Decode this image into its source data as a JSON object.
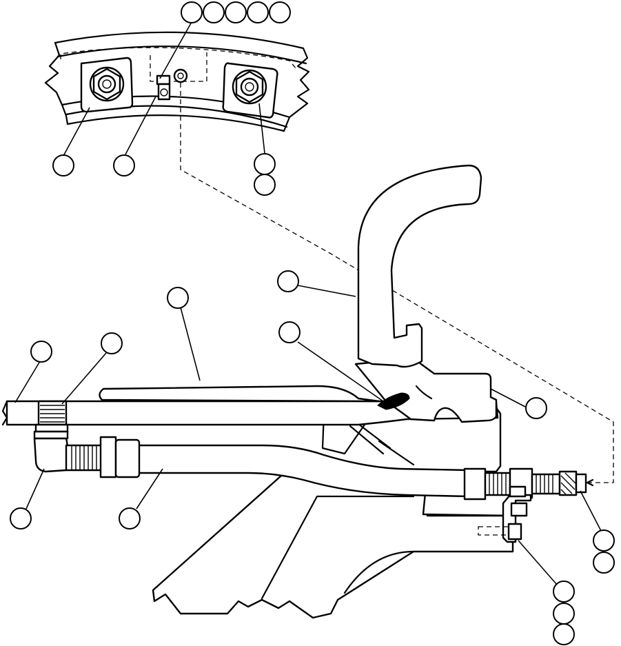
{
  "diagram": {
    "kind": "exploded-parts-drawing",
    "line_color": "#000000",
    "background": "#ffffff",
    "callouts": [
      {
        "id": "c1",
        "label": ""
      },
      {
        "id": "c2",
        "label": ""
      },
      {
        "id": "c3",
        "label": ""
      },
      {
        "id": "c4",
        "label": ""
      },
      {
        "id": "c5",
        "label": ""
      },
      {
        "id": "c6",
        "label": ""
      },
      {
        "id": "c7",
        "label": ""
      },
      {
        "id": "c8",
        "label": ""
      },
      {
        "id": "c9",
        "label": ""
      },
      {
        "id": "c10",
        "label": ""
      },
      {
        "id": "c11",
        "label": ""
      },
      {
        "id": "c12",
        "label": ""
      },
      {
        "id": "c13",
        "label": ""
      },
      {
        "id": "c14",
        "label": ""
      },
      {
        "id": "c15",
        "label": ""
      },
      {
        "id": "c16",
        "label": ""
      },
      {
        "id": "c17",
        "label": ""
      },
      {
        "id": "c18",
        "label": ""
      },
      {
        "id": "c19",
        "label": ""
      },
      {
        "id": "c20",
        "label": ""
      },
      {
        "id": "c21",
        "label": ""
      },
      {
        "id": "c22",
        "label": ""
      },
      {
        "id": "c23",
        "label": ""
      },
      {
        "id": "c24",
        "label": ""
      }
    ]
  }
}
